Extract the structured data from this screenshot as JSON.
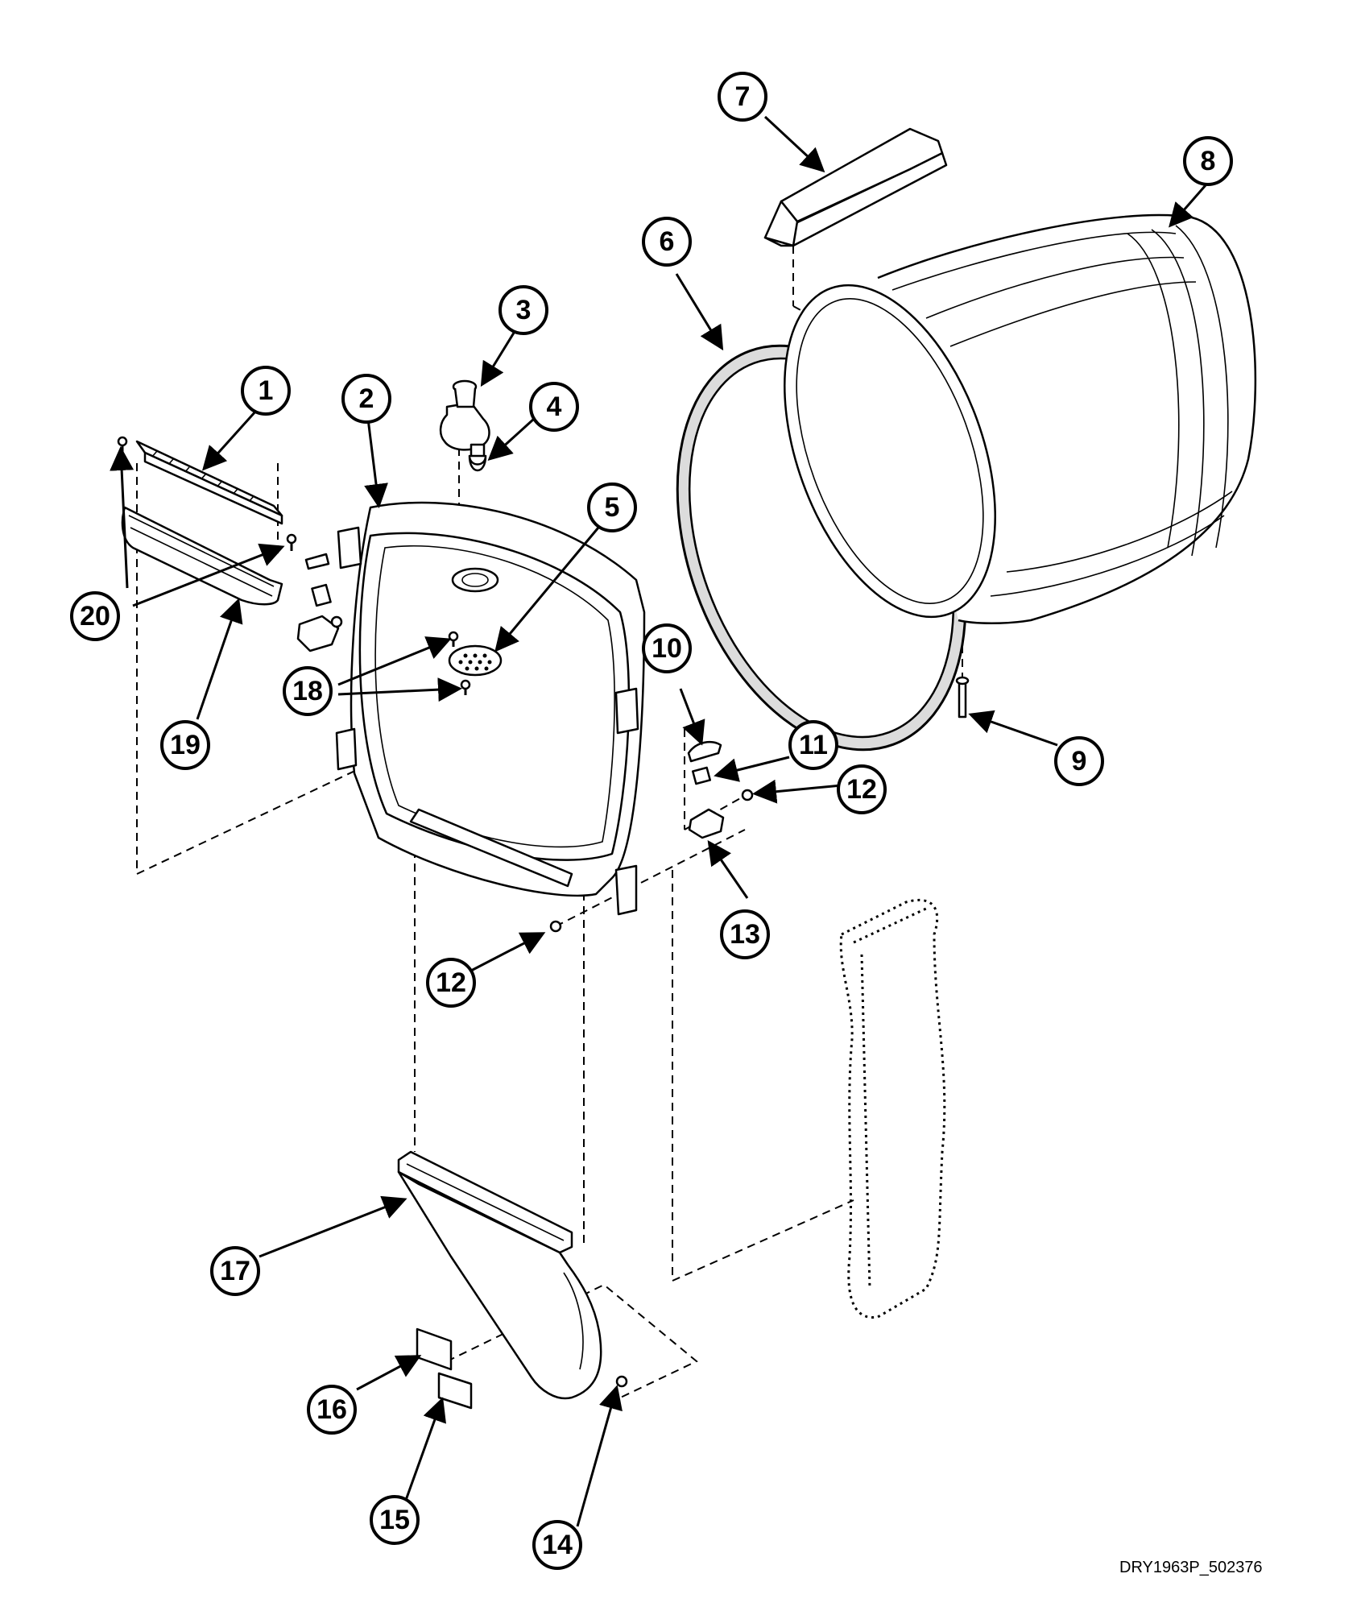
{
  "drawing_code": "DRY1963P_502376",
  "callouts": [
    "1",
    "2",
    "3",
    "4",
    "5",
    "6",
    "7",
    "8",
    "9",
    "10",
    "11",
    "12",
    "13",
    "14",
    "15",
    "16",
    "17",
    "18",
    "19",
    "20",
    "12",
    "18",
    "20"
  ],
  "colors": {
    "line": "#000000",
    "background": "#ffffff",
    "fill_gray": "#dcdcdc"
  }
}
